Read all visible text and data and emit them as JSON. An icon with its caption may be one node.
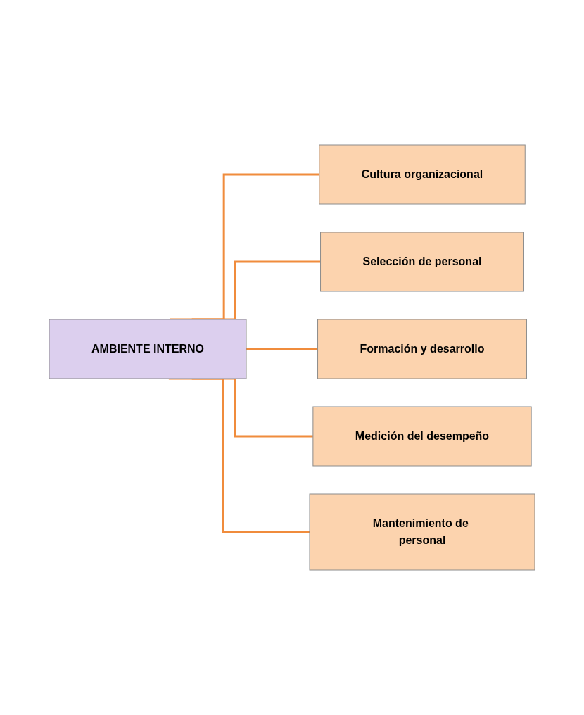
{
  "diagram": {
    "nodes": [
      {
        "text": [
          "AMBIENTE INTERNO"
        ]
      },
      {
        "text": [
          "Cultura organizacional"
        ]
      },
      {
        "text": [
          "Selección de personal"
        ]
      },
      {
        "text": [
          "Formación y desarrollo"
        ]
      },
      {
        "text": [
          "Medición del desempeño"
        ]
      },
      {
        "text": [
          "Mantenimiento de personal"
        ]
      }
    ],
    "edges": [
      {
        "from": 0,
        "to": 1,
        "arrow": "none"
      },
      {
        "from": 0,
        "to": 2,
        "arrow": "none"
      },
      {
        "from": 0,
        "to": 3,
        "arrow": "none"
      },
      {
        "from": 0,
        "to": 4,
        "arrow": "none"
      },
      {
        "from": 0,
        "to": 5,
        "arrow": "none"
      }
    ]
  }
}
